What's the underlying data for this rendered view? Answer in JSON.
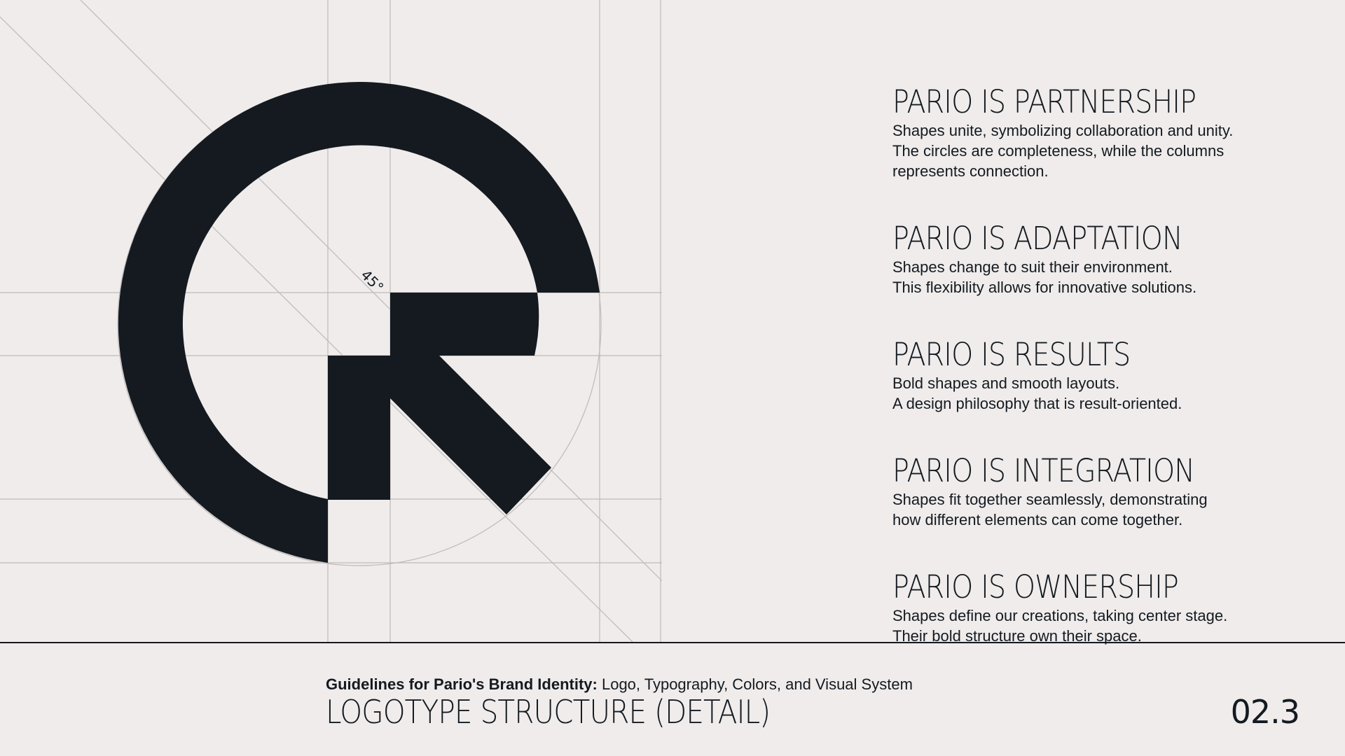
{
  "logo": {
    "angle_label": "45°",
    "ink_color": "#141a20",
    "grid_color": "#bdbab8",
    "background": "#efeceb"
  },
  "principles": [
    {
      "title": "PARIO IS PARTNERSHIP",
      "lines": [
        "Shapes unite, symbolizing collaboration and unity.",
        "The circles are completeness, while the columns",
        "represents connection."
      ]
    },
    {
      "title": "PARIO IS ADAPTATION",
      "lines": [
        "Shapes change to suit their environment.",
        "This flexibility allows for innovative solutions."
      ]
    },
    {
      "title": "PARIO IS RESULTS",
      "lines": [
        "Bold shapes and smooth layouts.",
        "A design philosophy that is result-oriented."
      ]
    },
    {
      "title": "PARIO IS INTEGRATION",
      "lines": [
        "Shapes fit together seamlessly,  demonstrating",
        "how different elements can come together."
      ]
    },
    {
      "title": "PARIO IS OWNERSHIP",
      "lines": [
        "Shapes define our creations, taking center stage.",
        "Their bold structure own their space."
      ]
    }
  ],
  "footer": {
    "subtitle_bold": "Guidelines for Pario's Brand Identity:",
    "subtitle_rest": " Logo, Typography, Colors, and Visual System",
    "title": "LOGOTYPE STRUCTURE (DETAIL)",
    "page_number": "02.3"
  }
}
